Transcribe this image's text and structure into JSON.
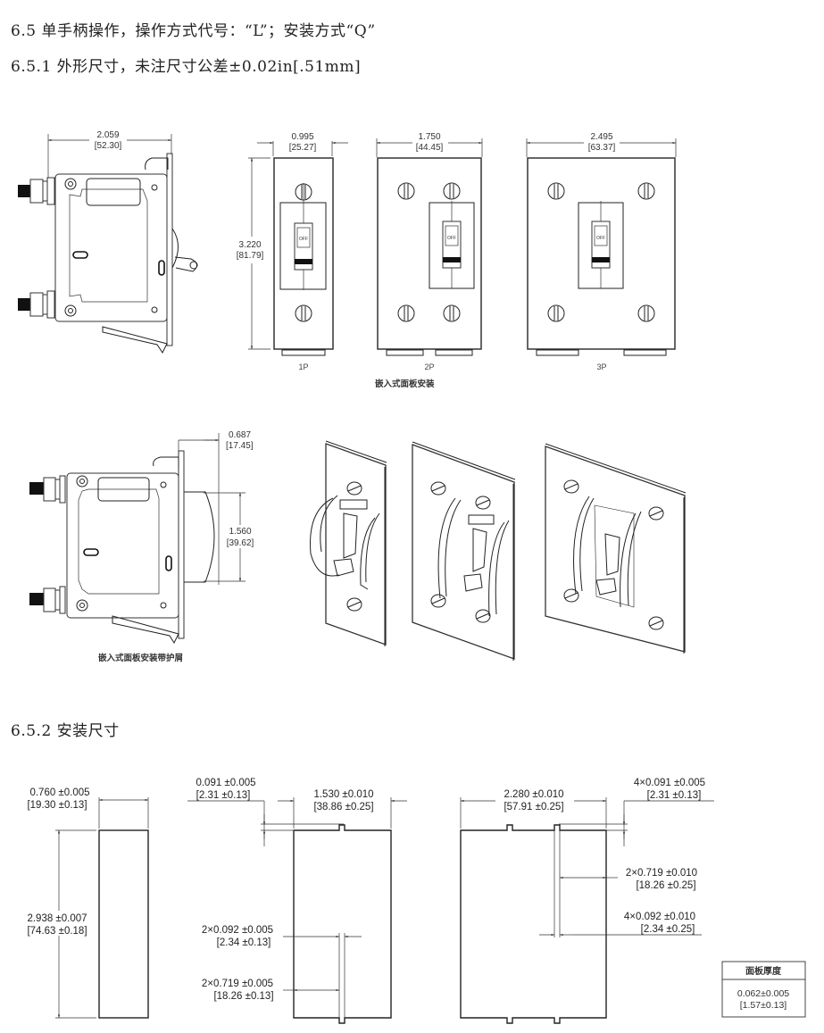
{
  "headings": {
    "section_6_5": "6.5 单手柄操作，操作方式代号：“L”；安装方式“Q”",
    "section_6_5_1": "6.5.1 外形尺寸，未注尺寸公差±0.02in[.51mm]",
    "section_6_5_2": "6.5.2 安装尺寸"
  },
  "outline_view": {
    "side_view": {
      "depth_in": "2.059",
      "depth_mm": "[52.30]"
    },
    "front_1p": {
      "width_in": "0.995",
      "width_mm": "[25.27]",
      "height_in": "3.220",
      "height_mm": "[81.79]",
      "label": "1P",
      "switch_text": "OFF"
    },
    "front_2p": {
      "width_in": "1.750",
      "width_mm": "[44.45]",
      "label": "2P",
      "switch_text": "OFF"
    },
    "front_3p": {
      "width_in": "2.495",
      "width_mm": "[63.37]",
      "label": "3P",
      "switch_text": "OFF"
    },
    "flush_caption": "嵌入式面板安装",
    "guard_view": {
      "protrusion_in": "0.687",
      "protrusion_mm": "[17.45]",
      "guard_height_in": "1.560",
      "guard_height_mm": "[39.62]",
      "caption": "嵌入式面板安装带护屑"
    }
  },
  "mounting": {
    "cutout_1p": {
      "width": "0.760 ±0.005",
      "width_mm": "[19.30 ±0.13]",
      "height": "2.938 ±0.007",
      "height_mm": "[74.63 ±0.18]"
    },
    "cutout_2p": {
      "notch_depth": "0.091 ±0.005",
      "notch_depth_mm": "[2.31 ±0.13]",
      "width": "1.530 ±0.010",
      "width_mm": "[38.86 ±0.25]",
      "notch_width": "2×0.092 ±0.005",
      "notch_width_mm": "[2.34 ±0.13]",
      "notch_pos": "2×0.719 ±0.005",
      "notch_pos_mm": "[18.26 ±0.13]"
    },
    "cutout_3p": {
      "width": "2.280 ±0.010",
      "width_mm": "[57.91 ±0.25]",
      "notch_depth": "4×0.091 ±0.005",
      "notch_depth_mm": "[2.31 ±0.13]",
      "notch_pos": "2×0.719 ±0.010",
      "notch_pos_mm": "[18.26 ±0.25]",
      "notch_width": "4×0.092 ±0.010",
      "notch_width_mm": "[2.34 ±0.25]"
    },
    "panel_thickness": {
      "header": "面板厚度",
      "value_in": "0.062±0.005",
      "value_mm": "[1.57±0.13]"
    }
  }
}
